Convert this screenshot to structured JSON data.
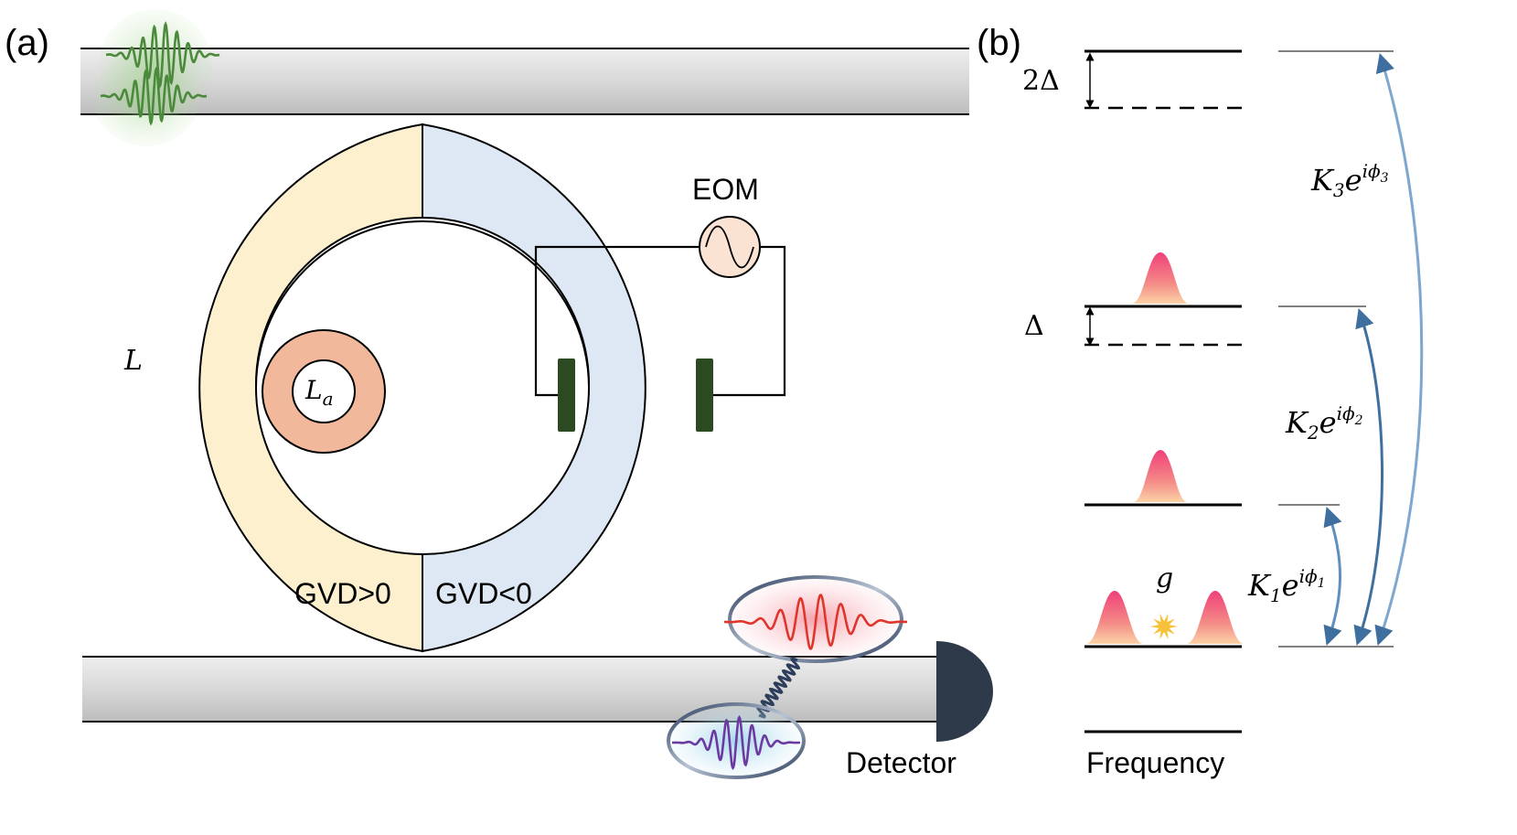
{
  "panel_a": {
    "label": "(a)",
    "ring_length_label": "L",
    "aux_ring_label_main": "L",
    "aux_ring_label_sub": "a",
    "eom_label": "EOM",
    "gvd_positive": "GVD>0",
    "gvd_negative": "GVD<0",
    "detector_label": "Detector"
  },
  "panel_b": {
    "label": "(b)",
    "two_delta": "2Δ",
    "delta": "Δ",
    "coupling_g": "g",
    "k1": {
      "main": "K",
      "sub": "1",
      "e": "e",
      "sup_i": "iϕ",
      "sup_sub": "1"
    },
    "k2": {
      "main": "K",
      "sub": "2",
      "e": "e",
      "sup_i": "iϕ",
      "sup_sub": "2"
    },
    "k3": {
      "main": "K",
      "sub": "3",
      "e": "e",
      "sup_i": "iϕ",
      "sup_sub": "3"
    },
    "axis_label": "Frequency"
  },
  "colors": {
    "gvd_positive_fill": "#fdf0cf",
    "gvd_negative_fill": "#dde8f4",
    "aux_ring_fill": "#f2b89b",
    "eom_fill": "#fbe3d4",
    "electrode": "#2b4a22",
    "detector": "#2e3a4a",
    "arrow": "#3f6f9e",
    "pulse_green": "#4a8a3a",
    "pulse_red": "#e0352a",
    "pulse_purple": "#6a3aa0",
    "level_line": "#000000"
  }
}
